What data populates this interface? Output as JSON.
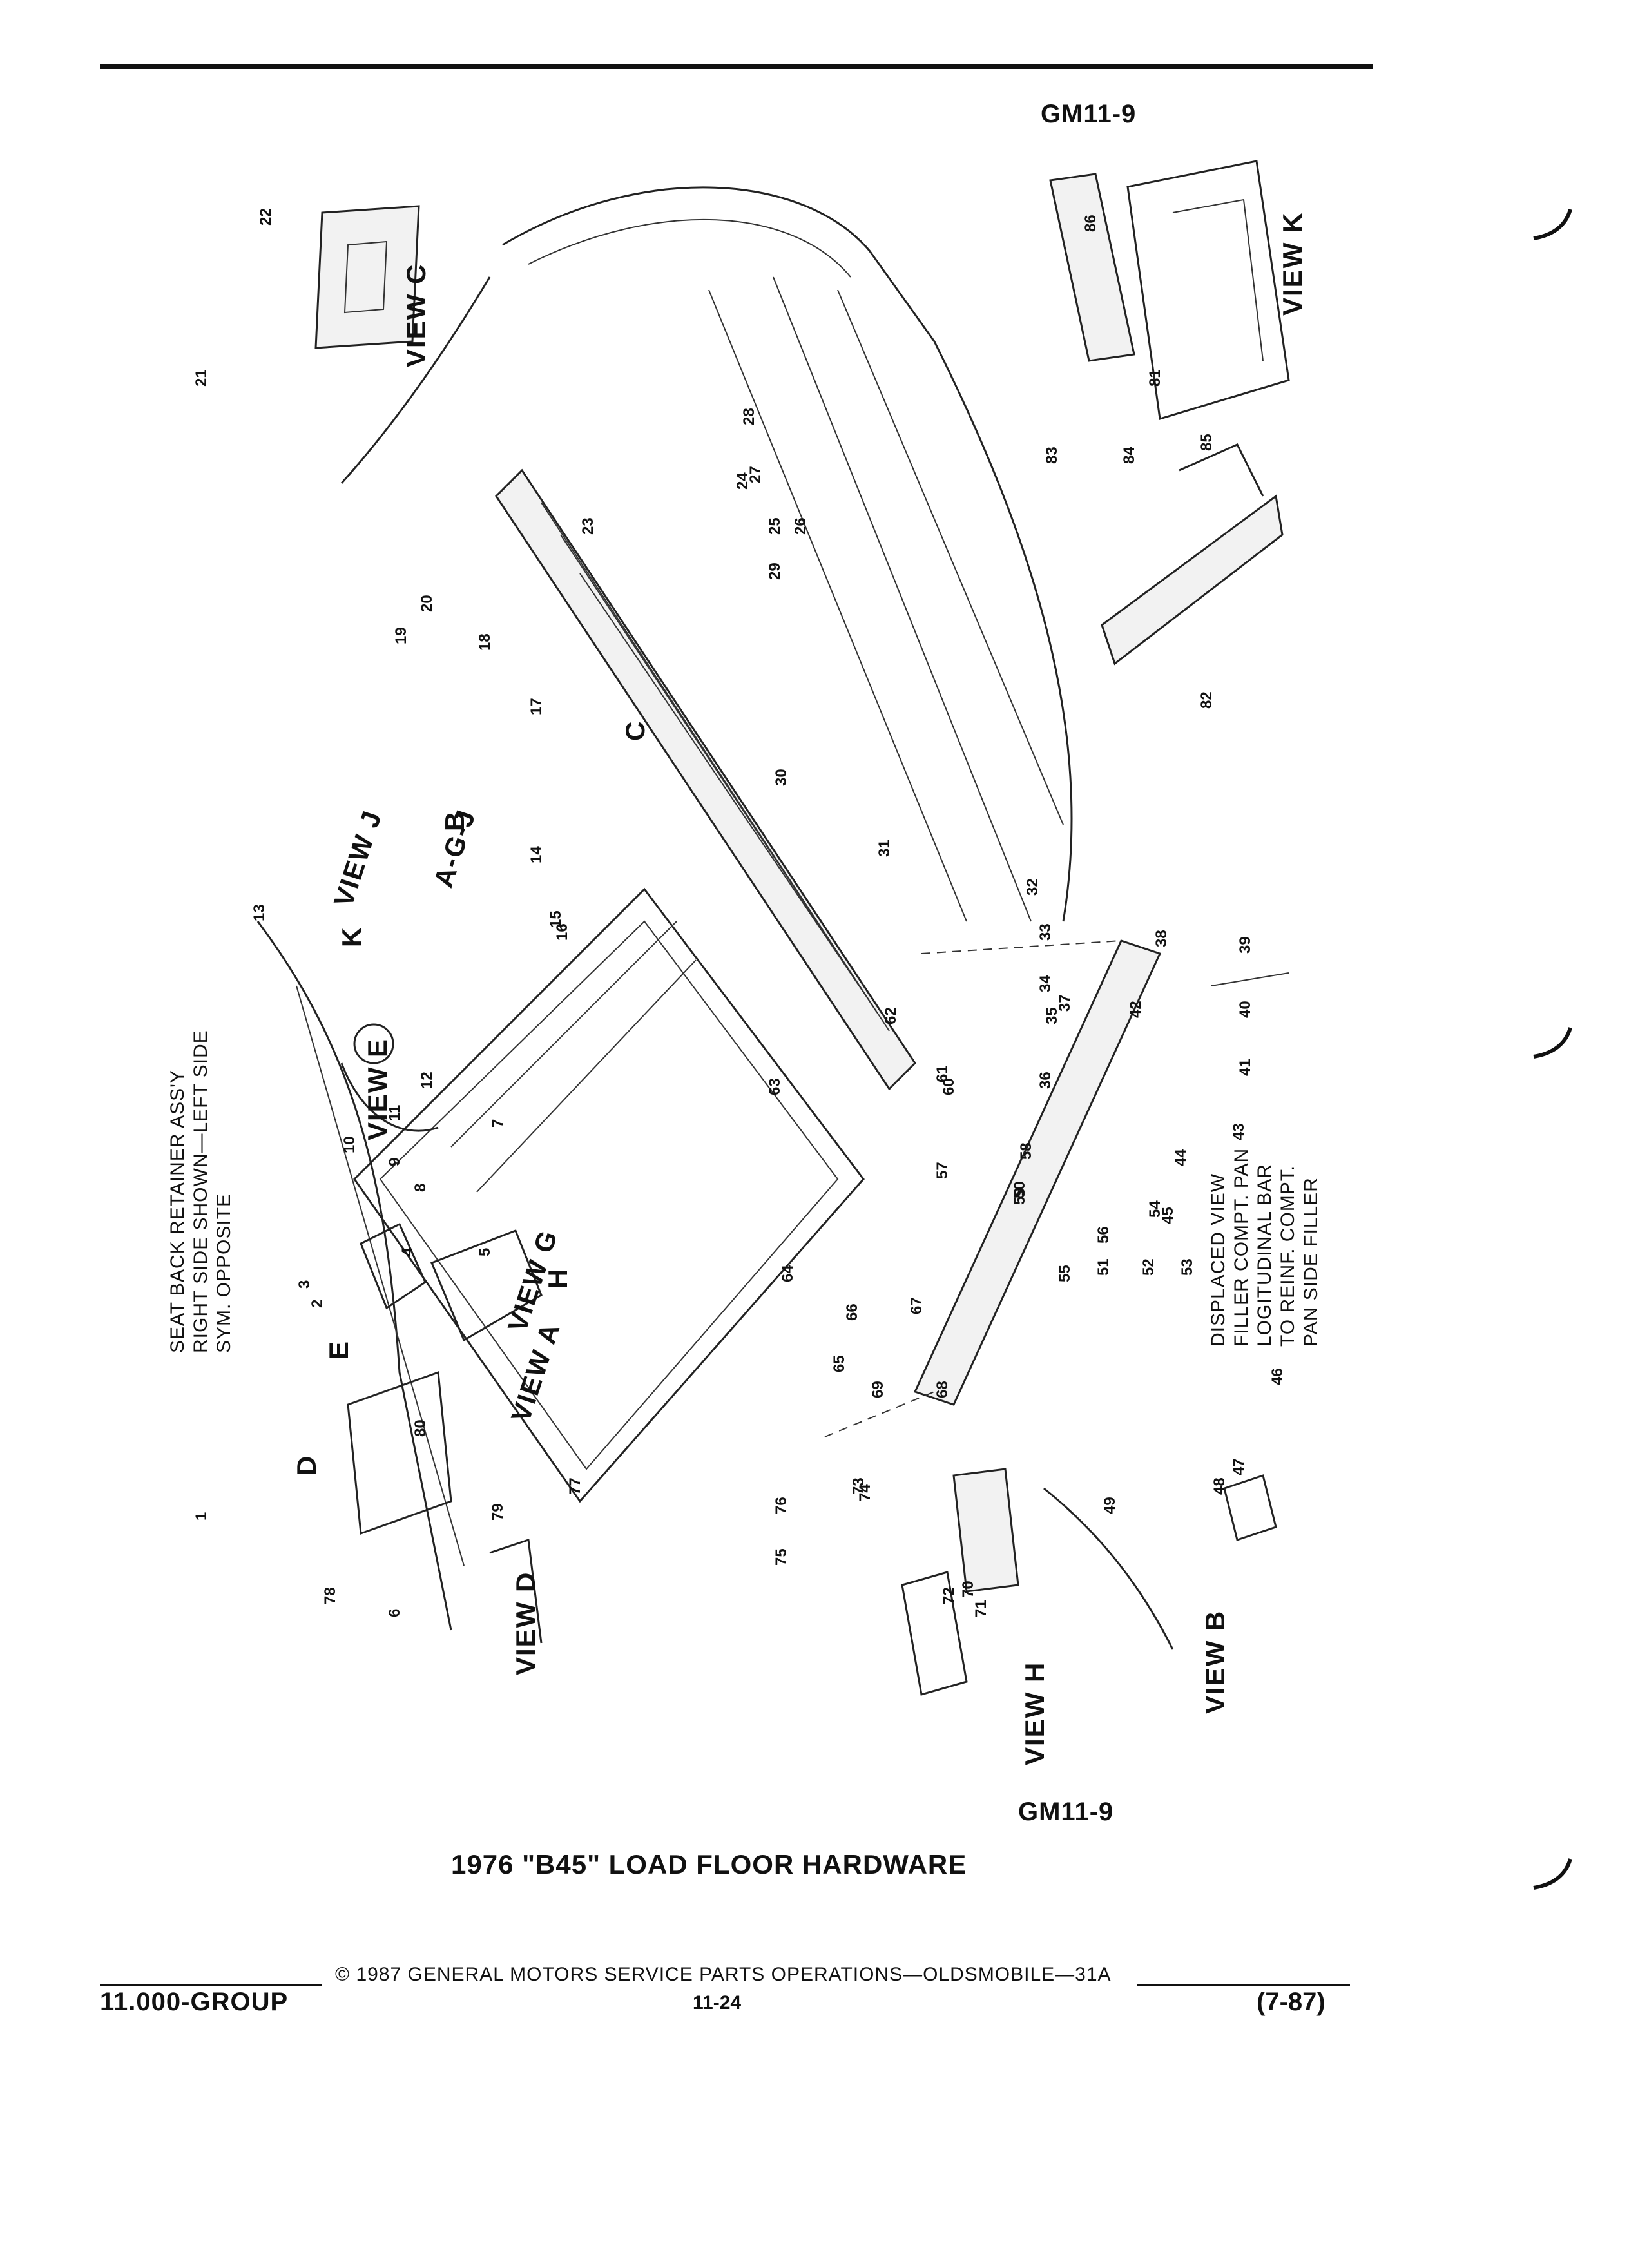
{
  "header": {
    "gm_code": "GM11-9"
  },
  "diagram": {
    "view_labels": [
      "VIEW A",
      "VIEW B",
      "VIEW C",
      "VIEW D",
      "VIEW E",
      "VIEW G",
      "VIEW H",
      "VIEW J",
      "VIEW K"
    ],
    "pointer_labels": [
      "A-G-J",
      "B",
      "C",
      "D",
      "E",
      "H",
      "K"
    ],
    "notes": {
      "seat_back": [
        "SEAT BACK RETAINER ASS'Y",
        "RIGHT SIDE SHOWN—LEFT SIDE",
        "SYM. OPPOSITE"
      ],
      "displaced_view": [
        "DISPLACED VIEW",
        "FILLER COMPT. PAN",
        "LOGITUDINAL BAR",
        "TO REINF. COMPT.",
        "PAN SIDE FILLER"
      ]
    },
    "callouts": [
      "1",
      "2",
      "3",
      "4",
      "5",
      "6",
      "7",
      "8",
      "9",
      "10",
      "11",
      "12",
      "13",
      "14",
      "15",
      "16",
      "17",
      "18",
      "19",
      "20",
      "21",
      "22",
      "23",
      "24",
      "25",
      "26",
      "27",
      "28",
      "29",
      "30",
      "31",
      "32",
      "33",
      "34",
      "35",
      "36",
      "37",
      "38",
      "39",
      "40",
      "41",
      "42",
      "43",
      "44",
      "45",
      "46",
      "47",
      "48",
      "49",
      "50",
      "51",
      "52",
      "53",
      "54",
      "55",
      "56",
      "57",
      "58",
      "59",
      "60",
      "61",
      "62",
      "63",
      "64",
      "65",
      "66",
      "67",
      "68",
      "69",
      "70",
      "71",
      "72",
      "73",
      "74",
      "75",
      "76",
      "77",
      "78",
      "79",
      "80",
      "81",
      "82",
      "83",
      "84",
      "85",
      "86"
    ]
  },
  "footer": {
    "gm_code": "GM11-9",
    "caption": "1976 \"B45\" LOAD FLOOR HARDWARE",
    "copyright": "© 1987 GENERAL MOTORS SERVICE PARTS OPERATIONS—OLDSMOBILE—31A",
    "group": "11.000-GROUP",
    "page": "11-24",
    "date": "(7-87)"
  }
}
